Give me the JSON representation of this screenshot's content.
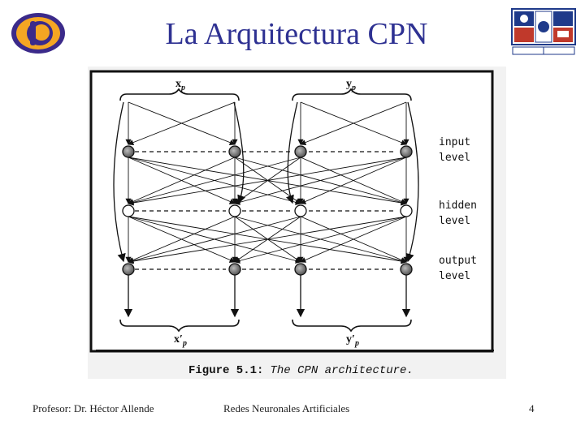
{
  "slide": {
    "title": "La Arquitectura CPN"
  },
  "figure": {
    "top_labels": [
      "x",
      "y"
    ],
    "top_subscript": "p",
    "bottom_labels": [
      "x",
      "y"
    ],
    "bottom_prime": "′",
    "bottom_subscript": "p",
    "level_labels": [
      {
        "line1": "input",
        "line2": "level"
      },
      {
        "line1": "hidden",
        "line2": "level"
      },
      {
        "line1": "output",
        "line2": "level"
      }
    ],
    "caption_bold": "Figure 5.1:",
    "caption_italic": "The CPN architecture."
  },
  "footer": {
    "professor": "Profesor: Dr. Héctor Allende",
    "course": "Redes Neuronales Artificiales",
    "page": "4"
  },
  "colors": {
    "title": "#2e3192",
    "logo_orange": "#f5a623",
    "logo_purple": "#3b2a8a",
    "seal_blue": "#1f3a8a",
    "seal_red": "#c0392b"
  },
  "icons": {
    "left_logo": "university-logo-icon",
    "right_logo": "university-seal-icon"
  }
}
